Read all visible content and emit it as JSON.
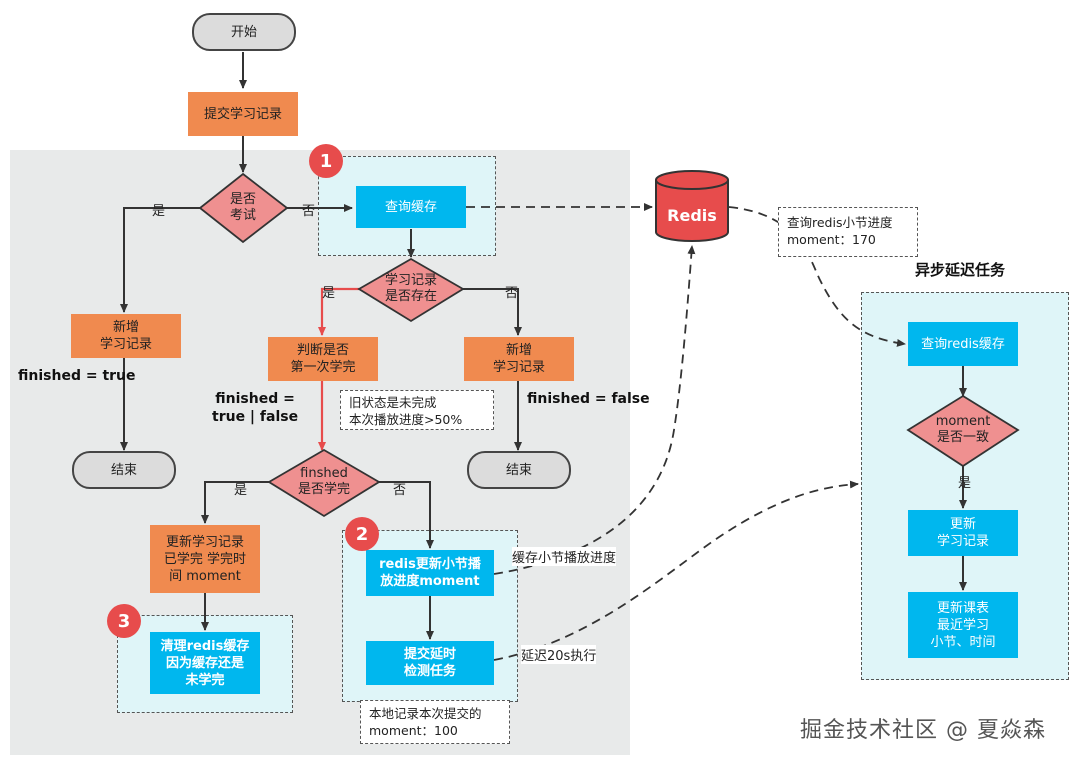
{
  "nodes": {
    "start": "开始",
    "submit": "提交学习记录",
    "is_exam": "是否\n考试",
    "add_record_left": "新增\n学习记录",
    "end_left": "结束",
    "query_cache": "查询缓存",
    "record_exists": "学习记录\n是否存在",
    "judge_first": "判断是否\n第一次学完",
    "add_record_right": "新增\n学习记录",
    "end_right": "结束",
    "finished_q": "finshed\n是否学完",
    "update_record": "更新学习记录\n已学完 学完时\n间 moment",
    "redis_update": "redis更新小节播\n放进度moment",
    "clear_cache": "清理redis缓存\n因为缓存还是\n未学完",
    "submit_delay": "提交延时\n检测任务",
    "redis": "Redis",
    "async_query": "查询redis缓存",
    "moment_same": "moment\n是否一致",
    "async_update": "更新\n学习记录",
    "async_course": "更新课表\n最近学习\n小节、时间"
  },
  "labels": {
    "yes_left": "是",
    "no_exam": "否",
    "yes_exists": "是",
    "no_exists": "否",
    "yes_finished": "是",
    "no_finished": "否",
    "yes_moment": "是",
    "finished_true": "finished = true",
    "finished_true_or_false": "finished =\ntrue | false",
    "finished_false": "finished = false",
    "cache_progress": "缓存小节播放进度",
    "delay_20s": "延迟20s执行",
    "async_title": "异步延迟任务"
  },
  "notes": {
    "old_state": "旧状态是未完成\n本次播放进度>50%",
    "redis_moment": "查询redis小节进度\nmoment：170",
    "local_moment": "本地记录本次提交的\nmoment：100"
  },
  "badges": {
    "b1": "1",
    "b2": "2",
    "b3": "3"
  },
  "watermark": "掘金技术社区 @ 夏焱森",
  "colors": {
    "orange": "#f08a4f",
    "blue": "#00b7ee",
    "diamond": "#ef9090",
    "red": "#e74c4c",
    "cyan": "#dff5f8",
    "gray": "#e8eaea"
  }
}
